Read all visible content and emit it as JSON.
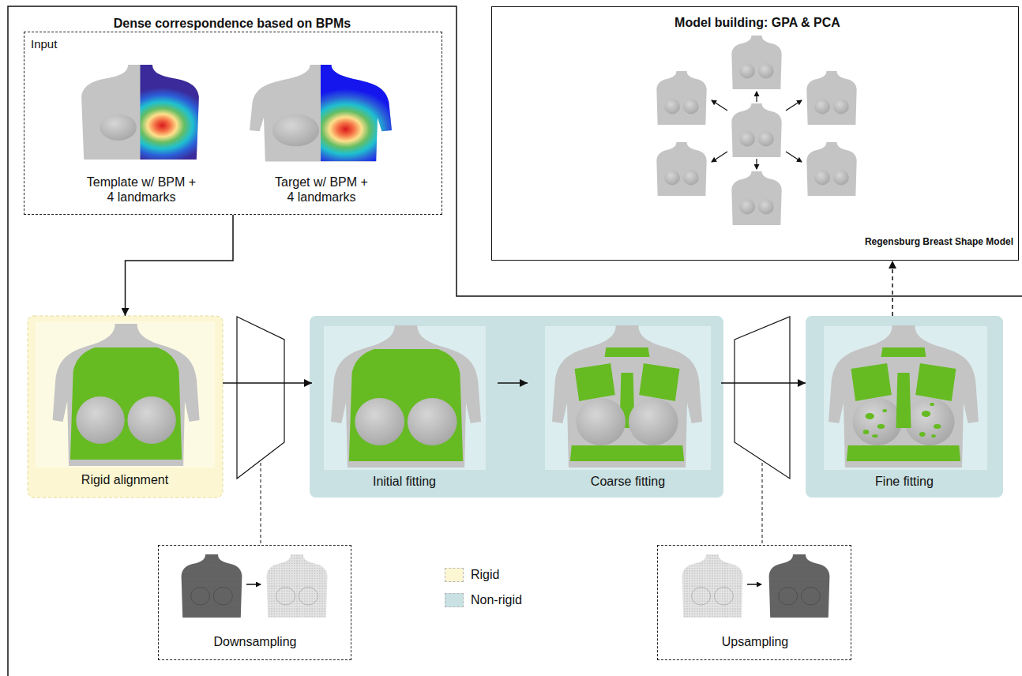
{
  "diagram": {
    "nodes": [
      {
        "text": [
          "Dense correspondence based on BPMs"
        ]
      },
      {
        "text": [
          "Input",
          "Template w/ BPM + 4 landmarks",
          "Target w/ BPM + 4 landmarks"
        ],
        "in": 0
      },
      {
        "text": [
          "Rigid alignment"
        ],
        "in": 0
      },
      {
        "text": [
          "Initial fitting"
        ],
        "in": 0
      },
      {
        "text": [
          "Coarse fitting"
        ],
        "in": 0
      },
      {
        "text": [
          "Fine fitting"
        ],
        "in": 0
      },
      {
        "text": [
          "Downsampling"
        ],
        "in": 0
      },
      {
        "text": [
          "Upsampling"
        ],
        "in": 0
      },
      {
        "text": [
          "Model building: GPA & PCA",
          "Regensburg Breast Shape Model"
        ]
      }
    ],
    "edges": [
      {
        "from": 1,
        "to": 2,
        "arrow": "to"
      },
      {
        "from": 2,
        "to": 3,
        "arrow": "to"
      },
      {
        "from": 3,
        "to": 4,
        "arrow": "to"
      },
      {
        "from": 4,
        "to": 5,
        "arrow": "to"
      },
      {
        "from": 5,
        "to": 8,
        "arrow": "to"
      }
    ],
    "legend": [
      {
        "text": "Rigid",
        "color": "#fcf7d2"
      },
      {
        "text": "Non-rigid",
        "color": "#c9e1e2"
      }
    ]
  }
}
